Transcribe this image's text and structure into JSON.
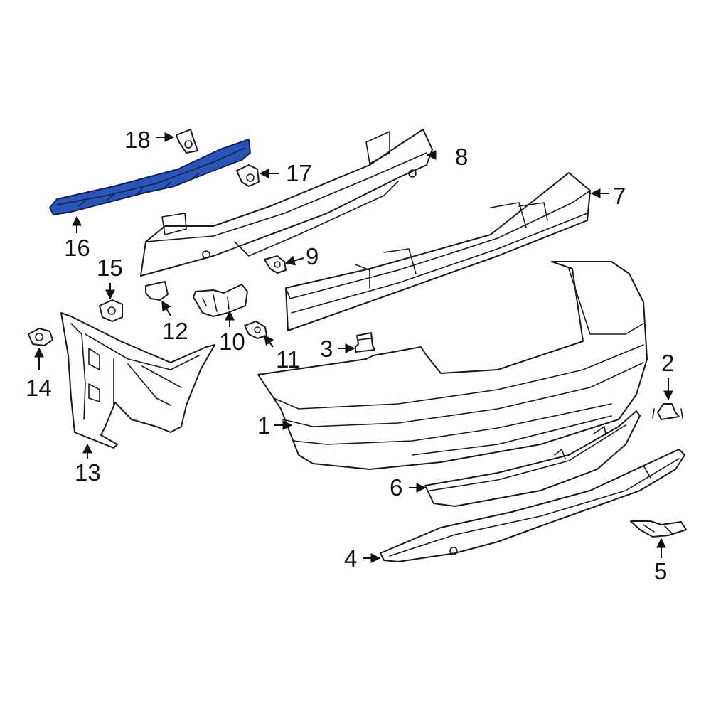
{
  "diagram": {
    "highlight_color": "#2b55b5",
    "callouts": [
      "1",
      "2",
      "3",
      "4",
      "5",
      "6",
      "7",
      "8",
      "9",
      "10",
      "11",
      "12",
      "13",
      "14",
      "15",
      "16",
      "17",
      "18"
    ]
  }
}
